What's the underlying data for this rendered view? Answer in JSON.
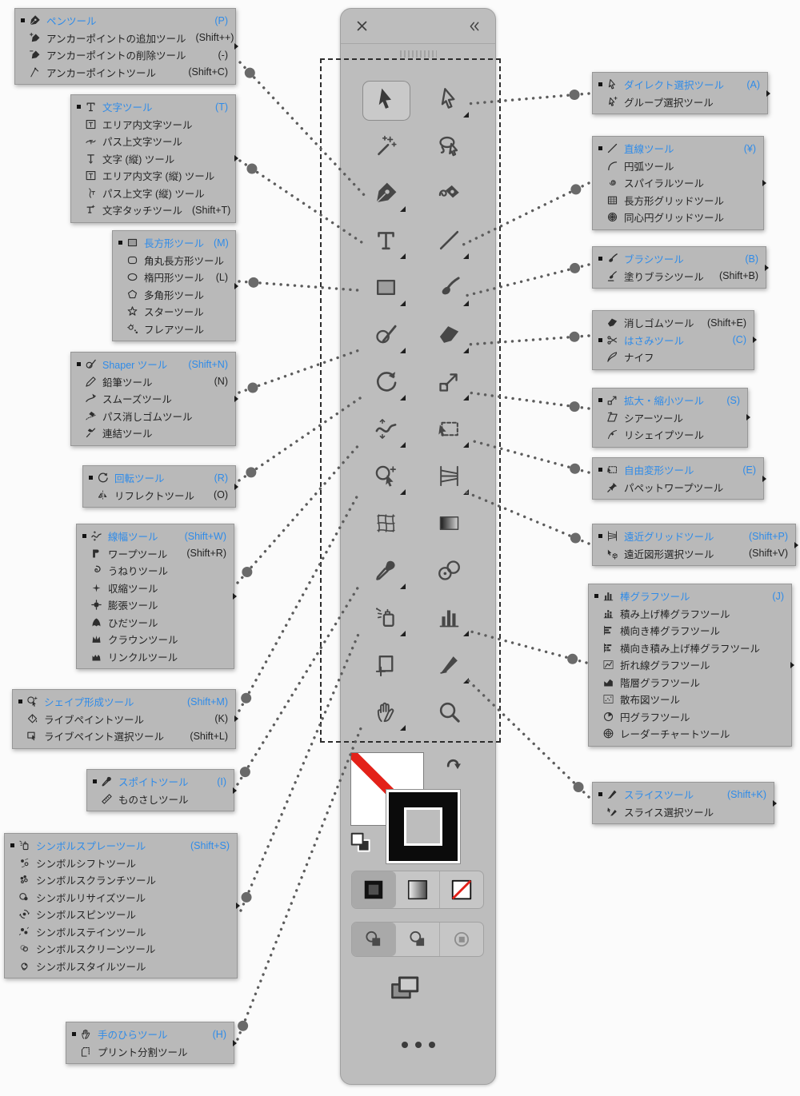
{
  "colors": {
    "accent": "#2E8BE9",
    "toolbar_bg": "#bdbdbd",
    "panel_bg": "#b9b9b9",
    "slash_red": "#E32119",
    "connector_gray": "#5c5c5c",
    "selected_tool_bg": "#c9c9c9"
  },
  "toolbar": {
    "header_icons": [
      "close-icon",
      "collapse-panel-icon"
    ],
    "grid": [
      {
        "icon": "selection",
        "selected": true,
        "flyout": false
      },
      {
        "icon": "direct-selection",
        "flyout": true
      },
      {
        "icon": "magic-wand",
        "flyout": false
      },
      {
        "icon": "lasso",
        "flyout": false
      },
      {
        "icon": "pen",
        "flyout": true
      },
      {
        "icon": "curvature",
        "flyout": false
      },
      {
        "icon": "type",
        "flyout": true
      },
      {
        "icon": "line",
        "flyout": true
      },
      {
        "icon": "rectangle",
        "flyout": true
      },
      {
        "icon": "brush",
        "flyout": true
      },
      {
        "icon": "shaper",
        "flyout": true
      },
      {
        "icon": "eraser",
        "flyout": true
      },
      {
        "icon": "rotate",
        "flyout": true
      },
      {
        "icon": "scale",
        "flyout": true
      },
      {
        "icon": "width",
        "flyout": true
      },
      {
        "icon": "free-transform",
        "flyout": true
      },
      {
        "icon": "shape-builder",
        "flyout": true
      },
      {
        "icon": "perspective-grid",
        "flyout": true
      },
      {
        "icon": "mesh",
        "flyout": false
      },
      {
        "icon": "gradient",
        "flyout": false
      },
      {
        "icon": "eyedropper",
        "flyout": true
      },
      {
        "icon": "blend",
        "flyout": false
      },
      {
        "icon": "symbol-sprayer",
        "flyout": true
      },
      {
        "icon": "graph",
        "flyout": true
      },
      {
        "icon": "artboard",
        "flyout": false
      },
      {
        "icon": "slice",
        "flyout": true
      },
      {
        "icon": "hand",
        "flyout": true
      },
      {
        "icon": "zoom",
        "flyout": false
      }
    ],
    "bottom_controls": [
      "fill-swatch",
      "stroke-swatch",
      "swap-fill-stroke-icon",
      "default-fill-stroke-icon",
      "color-button",
      "gradient-button",
      "none-button",
      "draw-normal-button",
      "draw-behind-button",
      "draw-inside-button",
      "screen-mode-button",
      "more-options-button"
    ]
  },
  "panels": [
    {
      "id": "pen-tools",
      "rows": [
        {
          "icon": "pen",
          "label": "ペンツール",
          "shortcut": "(P)",
          "selected": true
        },
        {
          "icon": "pen-plus",
          "label": "アンカーポイントの追加ツール",
          "shortcut": "(Shift++)"
        },
        {
          "icon": "pen-minus",
          "label": "アンカーポイントの削除ツール",
          "shortcut": "(-)"
        },
        {
          "icon": "anchor",
          "label": "アンカーポイントツール",
          "shortcut": "(Shift+C)"
        }
      ]
    },
    {
      "id": "type-tools",
      "rows": [
        {
          "icon": "type",
          "label": "文字ツール",
          "shortcut": "(T)",
          "selected": true
        },
        {
          "icon": "area-type",
          "label": "エリア内文字ツール",
          "shortcut": ""
        },
        {
          "icon": "path-type",
          "label": "パス上文字ツール",
          "shortcut": ""
        },
        {
          "icon": "vertical-type",
          "label": "文字 (縦) ツール",
          "shortcut": ""
        },
        {
          "icon": "vertical-area-type",
          "label": "エリア内文字 (縦) ツール",
          "shortcut": ""
        },
        {
          "icon": "vertical-path-type",
          "label": "パス上文字 (縦) ツール",
          "shortcut": ""
        },
        {
          "icon": "touch-type",
          "label": "文字タッチツール",
          "shortcut": "(Shift+T)"
        }
      ]
    },
    {
      "id": "shape-tools",
      "rows": [
        {
          "icon": "rectangle",
          "label": "長方形ツール",
          "shortcut": "(M)",
          "selected": true
        },
        {
          "icon": "rounded-rect",
          "label": "角丸長方形ツール",
          "shortcut": ""
        },
        {
          "icon": "ellipse",
          "label": "楕円形ツール",
          "shortcut": "(L)"
        },
        {
          "icon": "polygon",
          "label": "多角形ツール",
          "shortcut": ""
        },
        {
          "icon": "star",
          "label": "スターツール",
          "shortcut": ""
        },
        {
          "icon": "flare",
          "label": "フレアツール",
          "shortcut": ""
        }
      ]
    },
    {
      "id": "shaper-tools",
      "rows": [
        {
          "icon": "shaper",
          "label": "Shaper ツール",
          "shortcut": "(Shift+N)",
          "selected": true
        },
        {
          "icon": "pencil",
          "label": "鉛筆ツール",
          "shortcut": "(N)"
        },
        {
          "icon": "smooth",
          "label": "スムーズツール",
          "shortcut": ""
        },
        {
          "icon": "path-eraser",
          "label": "パス消しゴムツール",
          "shortcut": ""
        },
        {
          "icon": "join",
          "label": "連結ツール",
          "shortcut": ""
        }
      ]
    },
    {
      "id": "rotate-tools",
      "rows": [
        {
          "icon": "rotate",
          "label": "回転ツール",
          "shortcut": "(R)",
          "selected": true
        },
        {
          "icon": "reflect",
          "label": "リフレクトツール",
          "shortcut": "(O)"
        }
      ]
    },
    {
      "id": "width-tools",
      "rows": [
        {
          "icon": "width",
          "label": "線幅ツール",
          "shortcut": "(Shift+W)",
          "selected": true
        },
        {
          "icon": "warp",
          "label": "ワープツール",
          "shortcut": "(Shift+R)"
        },
        {
          "icon": "twirl",
          "label": "うねりツール",
          "shortcut": ""
        },
        {
          "icon": "pucker",
          "label": "収縮ツール",
          "shortcut": ""
        },
        {
          "icon": "bloat",
          "label": "膨張ツール",
          "shortcut": ""
        },
        {
          "icon": "scallop",
          "label": "ひだツール",
          "shortcut": ""
        },
        {
          "icon": "crown",
          "label": "クラウンツール",
          "shortcut": ""
        },
        {
          "icon": "wrinkle",
          "label": "リンクルツール",
          "shortcut": ""
        }
      ]
    },
    {
      "id": "shape-builder-tools",
      "rows": [
        {
          "icon": "shape-builder",
          "label": "シェイプ形成ツール",
          "shortcut": "(Shift+M)",
          "selected": true
        },
        {
          "icon": "live-paint",
          "label": "ライブペイントツール",
          "shortcut": "(K)"
        },
        {
          "icon": "live-paint-select",
          "label": "ライブペイント選択ツール",
          "shortcut": "(Shift+L)"
        }
      ]
    },
    {
      "id": "eyedropper-tools",
      "rows": [
        {
          "icon": "eyedropper",
          "label": "スポイトツール",
          "shortcut": "(I)",
          "selected": true
        },
        {
          "icon": "measure",
          "label": "ものさしツール",
          "shortcut": ""
        }
      ]
    },
    {
      "id": "symbol-tools",
      "rows": [
        {
          "icon": "symbol-sprayer",
          "label": "シンボルスプレーツール",
          "shortcut": "(Shift+S)",
          "selected": true
        },
        {
          "icon": "symbol-shift",
          "label": "シンボルシフトツール",
          "shortcut": ""
        },
        {
          "icon": "symbol-scrunch",
          "label": "シンボルスクランチツール",
          "shortcut": ""
        },
        {
          "icon": "symbol-size",
          "label": "シンボルリサイズツール",
          "shortcut": ""
        },
        {
          "icon": "symbol-spin",
          "label": "シンボルスピンツール",
          "shortcut": ""
        },
        {
          "icon": "symbol-stain",
          "label": "シンボルステインツール",
          "shortcut": ""
        },
        {
          "icon": "symbol-screen",
          "label": "シンボルスクリーンツール",
          "shortcut": ""
        },
        {
          "icon": "symbol-style",
          "label": "シンボルスタイルツール",
          "shortcut": ""
        }
      ]
    },
    {
      "id": "hand-tools",
      "rows": [
        {
          "icon": "hand",
          "label": "手のひらツール",
          "shortcut": "(H)",
          "selected": true
        },
        {
          "icon": "print-tiling",
          "label": "プリント分割ツール",
          "shortcut": ""
        }
      ]
    },
    {
      "id": "direct-tools",
      "rows": [
        {
          "icon": "direct-selection",
          "label": "ダイレクト選択ツール",
          "shortcut": "(A)",
          "selected": true
        },
        {
          "icon": "group-select",
          "label": "グループ選択ツール",
          "shortcut": ""
        }
      ]
    },
    {
      "id": "line-tools",
      "rows": [
        {
          "icon": "line",
          "label": "直線ツール",
          "shortcut": "(¥)",
          "selected": true
        },
        {
          "icon": "arc",
          "label": "円弧ツール",
          "shortcut": ""
        },
        {
          "icon": "spiral",
          "label": "スパイラルツール",
          "shortcut": ""
        },
        {
          "icon": "rect-grid",
          "label": "長方形グリッドツール",
          "shortcut": ""
        },
        {
          "icon": "polar-grid",
          "label": "同心円グリッドツール",
          "shortcut": ""
        }
      ]
    },
    {
      "id": "brush-tools",
      "rows": [
        {
          "icon": "brush",
          "label": "ブラシツール",
          "shortcut": "(B)",
          "selected": true
        },
        {
          "icon": "blob-brush",
          "label": "塗りブラシツール",
          "shortcut": "(Shift+B)"
        }
      ]
    },
    {
      "id": "scissors-tools",
      "rows": [
        {
          "icon": "eraser",
          "label": "消しゴムツール",
          "shortcut": "(Shift+E)"
        },
        {
          "icon": "scissors",
          "label": "はさみツール",
          "shortcut": "(C)",
          "selected": true
        },
        {
          "icon": "knife",
          "label": "ナイフ",
          "shortcut": ""
        }
      ]
    },
    {
      "id": "scale-tools",
      "rows": [
        {
          "icon": "scale",
          "label": "拡大・縮小ツール",
          "shortcut": "(S)",
          "selected": true
        },
        {
          "icon": "shear",
          "label": "シアーツール",
          "shortcut": ""
        },
        {
          "icon": "reshape",
          "label": "リシェイプツール",
          "shortcut": ""
        }
      ]
    },
    {
      "id": "transform-tools",
      "rows": [
        {
          "icon": "free-transform",
          "label": "自由変形ツール",
          "shortcut": "(E)",
          "selected": true
        },
        {
          "icon": "puppet-warp",
          "label": "パペットワープツール",
          "shortcut": ""
        }
      ]
    },
    {
      "id": "perspective-tools",
      "rows": [
        {
          "icon": "perspective-grid",
          "label": "遠近グリッドツール",
          "shortcut": "(Shift+P)",
          "selected": true
        },
        {
          "icon": "perspective-select",
          "label": "遠近図形選択ツール",
          "shortcut": "(Shift+V)"
        }
      ]
    },
    {
      "id": "graph-tools",
      "rows": [
        {
          "icon": "graph",
          "label": "棒グラフツール",
          "shortcut": "(J)",
          "selected": true
        },
        {
          "icon": "stacked-graph",
          "label": "積み上げ棒グラフツール",
          "shortcut": ""
        },
        {
          "icon": "bar-graph",
          "label": "横向き棒グラフツール",
          "shortcut": ""
        },
        {
          "icon": "stacked-bar-graph",
          "label": "横向き積み上げ棒グラフツール",
          "shortcut": ""
        },
        {
          "icon": "line-graph",
          "label": "折れ線グラフツール",
          "shortcut": ""
        },
        {
          "icon": "area-graph",
          "label": "階層グラフツール",
          "shortcut": ""
        },
        {
          "icon": "scatter-graph",
          "label": "散布図ツール",
          "shortcut": ""
        },
        {
          "icon": "pie-graph",
          "label": "円グラフツール",
          "shortcut": ""
        },
        {
          "icon": "radar-graph",
          "label": "レーダーチャートツール",
          "shortcut": ""
        }
      ]
    },
    {
      "id": "slice-tools",
      "rows": [
        {
          "icon": "slice",
          "label": "スライスツール",
          "shortcut": "(Shift+K)",
          "selected": true
        },
        {
          "icon": "slice-select",
          "label": "スライス選択ツール",
          "shortcut": ""
        }
      ]
    }
  ]
}
